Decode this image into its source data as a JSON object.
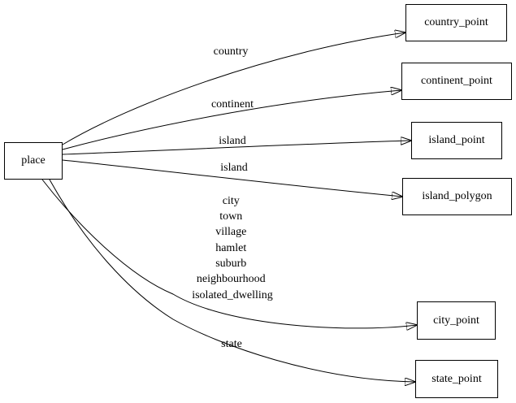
{
  "diagram": {
    "type": "directed-graph",
    "colors": {
      "background": "#ffffff",
      "node_border": "#000000",
      "edge": "#000000",
      "text": "#000000"
    },
    "nodes": [
      {
        "id": "place",
        "label": "place"
      },
      {
        "id": "country_point",
        "label": "country_point"
      },
      {
        "id": "continent_point",
        "label": "continent_point"
      },
      {
        "id": "island_point",
        "label": "island_point"
      },
      {
        "id": "island_polygon",
        "label": "island_polygon"
      },
      {
        "id": "city_point",
        "label": "city_point"
      },
      {
        "id": "state_point",
        "label": "state_point"
      }
    ],
    "edges": [
      {
        "from": "place",
        "to": "country_point",
        "label": "country"
      },
      {
        "from": "place",
        "to": "continent_point",
        "label": "continent"
      },
      {
        "from": "place",
        "to": "island_point",
        "label": "island"
      },
      {
        "from": "place",
        "to": "island_polygon",
        "label": "island"
      },
      {
        "from": "place",
        "to": "city_point",
        "label_lines": [
          "city",
          "town",
          "village",
          "hamlet",
          "suburb",
          "neighbourhood",
          "isolated_dwelling"
        ]
      },
      {
        "from": "place",
        "to": "state_point",
        "label": "state"
      }
    ]
  }
}
